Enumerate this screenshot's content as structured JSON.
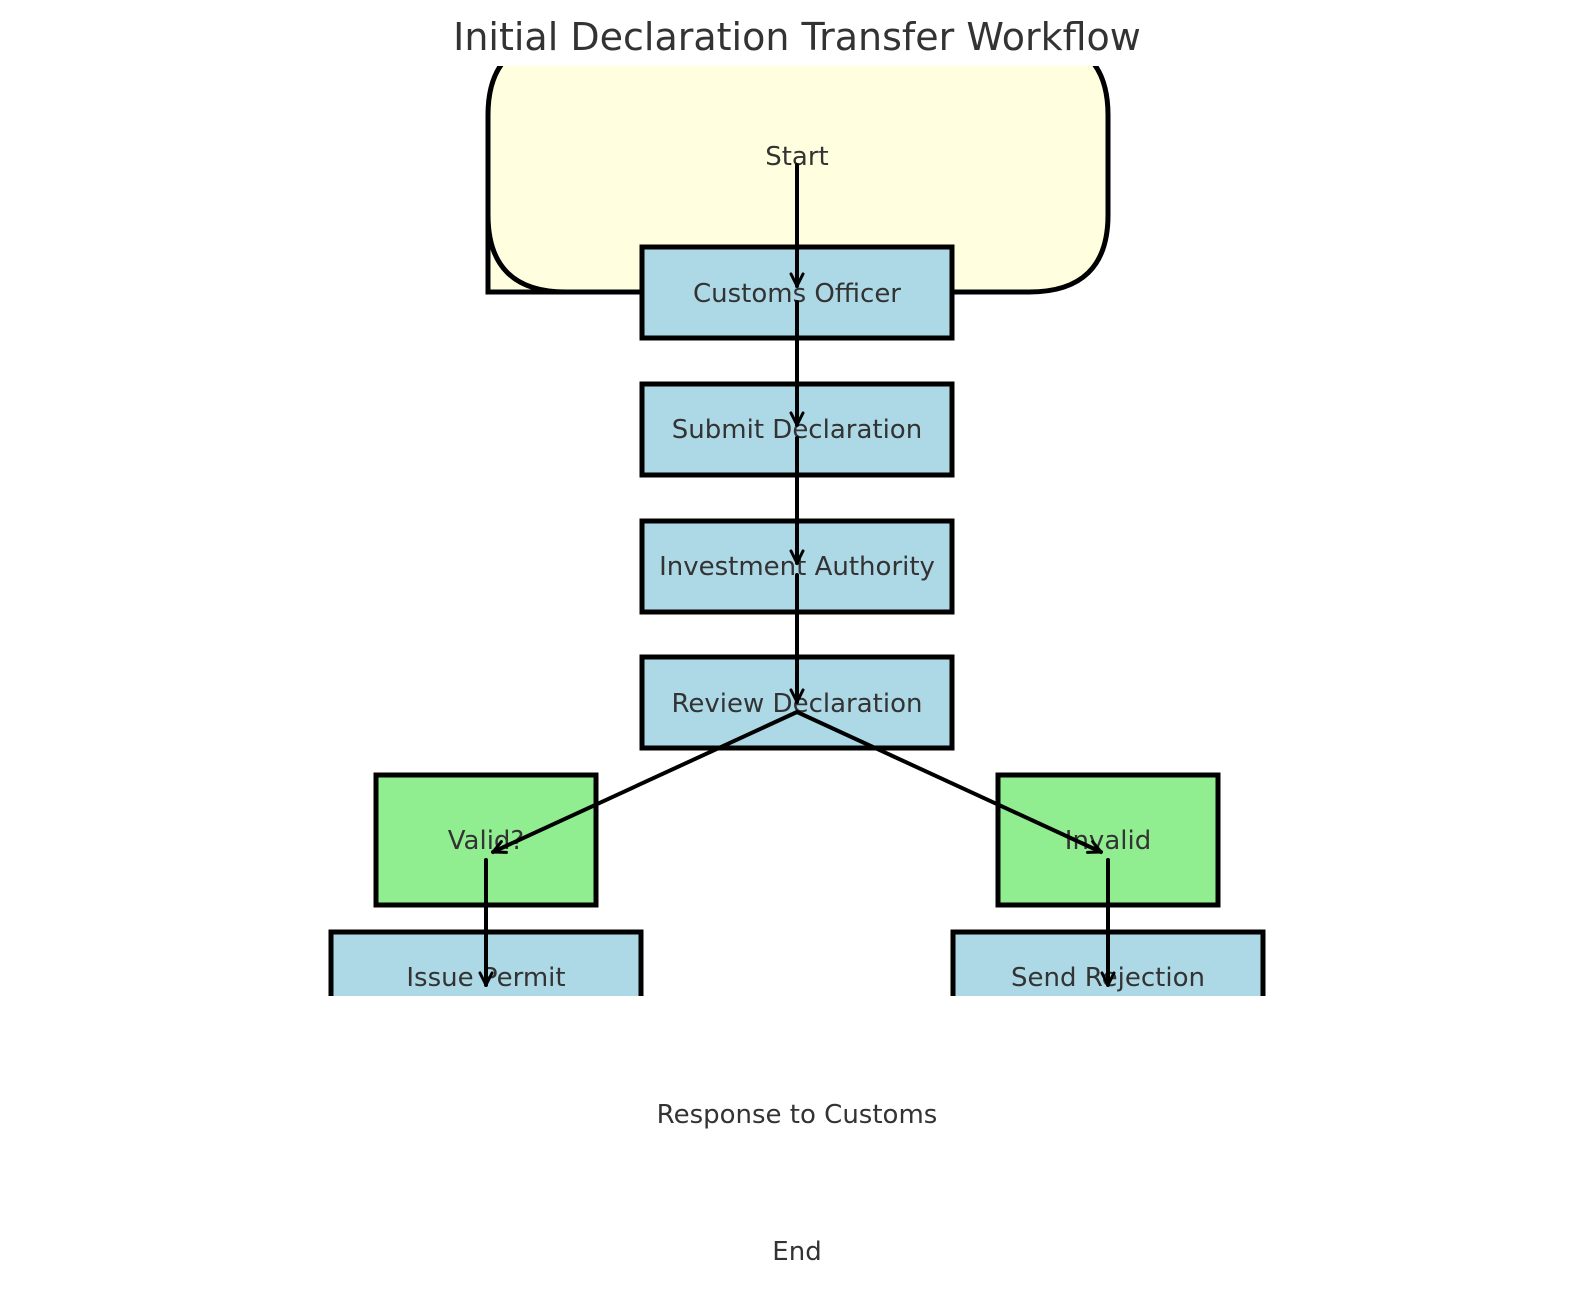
{
  "diagram": {
    "title": "Initial Declaration Transfer Workflow",
    "colors": {
      "start_fill": "#ffffe0",
      "process_fill": "#add8e6",
      "decision_fill": "#90ee90",
      "stroke": "#000000",
      "text": "#333333"
    },
    "nodes": {
      "start": {
        "label": "Start"
      },
      "customs_officer": {
        "label": "Customs Officer"
      },
      "submit_declaration": {
        "label": "Submit Declaration"
      },
      "investment_authority": {
        "label": "Investment Authority"
      },
      "review_declaration": {
        "label": "Review Declaration"
      },
      "valid": {
        "label": "Valid?"
      },
      "invalid": {
        "label": "Invalid"
      },
      "issue_permit": {
        "label": "Issue Permit"
      },
      "send_rejection": {
        "label": "Send Rejection"
      },
      "response_to_customs": {
        "label": "Response to Customs"
      },
      "end": {
        "label": "End"
      }
    },
    "edges": [
      {
        "from": "start",
        "to": "customs_officer"
      },
      {
        "from": "customs_officer",
        "to": "submit_declaration"
      },
      {
        "from": "submit_declaration",
        "to": "investment_authority"
      },
      {
        "from": "investment_authority",
        "to": "review_declaration"
      },
      {
        "from": "review_declaration",
        "to": "valid"
      },
      {
        "from": "review_declaration",
        "to": "invalid"
      },
      {
        "from": "valid",
        "to": "issue_permit"
      },
      {
        "from": "invalid",
        "to": "send_rejection"
      }
    ]
  }
}
